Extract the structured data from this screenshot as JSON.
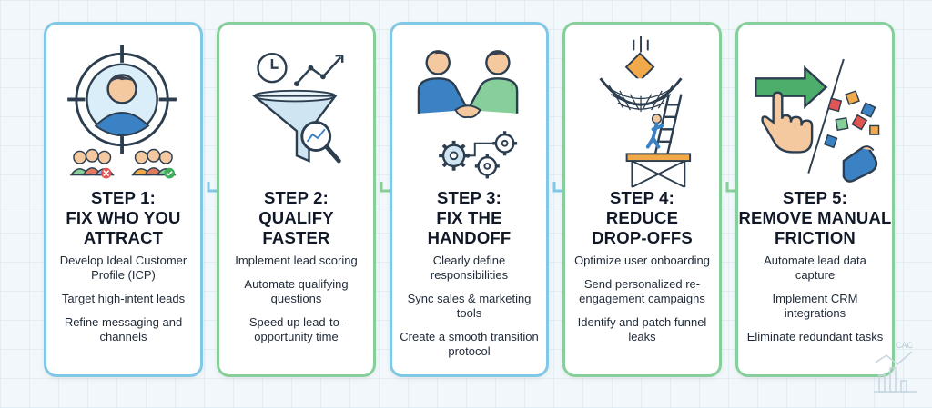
{
  "steps": [
    {
      "heading": [
        "STEP 1:",
        "FIX WHO YOU",
        "ATTRACT"
      ],
      "bullets": [
        "Develop Ideal Customer Profile (ICP)",
        "Target high-intent leads",
        "Refine messaging and channels"
      ],
      "border_color": "#7fc8e6"
    },
    {
      "heading": [
        "STEP 2:",
        "QUALIFY",
        "FASTER"
      ],
      "bullets": [
        "Implement lead scoring",
        "Automate qualifying questions",
        "Speed up lead-to-opportunity time"
      ],
      "border_color": "#86cf9a"
    },
    {
      "heading": [
        "STEP 3:",
        "FIX THE",
        "HANDOFF"
      ],
      "bullets": [
        "Clearly define responsibilities",
        "Sync sales & marketing tools",
        "Create a smooth transition protocol"
      ],
      "border_color": "#7fc8e6"
    },
    {
      "heading": [
        "STEP 4:",
        "REDUCE",
        "DROP-OFFS"
      ],
      "bullets": [
        "Optimize user onboarding",
        "Send personalized re-engagement campaigns",
        "Identify and patch funnel leaks"
      ],
      "border_color": "#86cf9a"
    },
    {
      "heading": [
        "STEP 5:",
        "REMOVE MANUAL",
        "FRICTION"
      ],
      "bullets": [
        "Automate lead data capture",
        "Implement CRM integrations",
        "Eliminate redundant tasks"
      ],
      "border_color": "#86cf9a"
    }
  ],
  "icons": [
    "target-person-icon",
    "funnel-clock-icon",
    "handshake-icon",
    "safety-net-icon",
    "hand-arrow-icon"
  ],
  "watermark_text": "CAC",
  "colors": {
    "accent_blue": "#7fc8e6",
    "accent_green": "#86cf9a",
    "arrow": "#7fc8e6",
    "text": "#111827"
  }
}
